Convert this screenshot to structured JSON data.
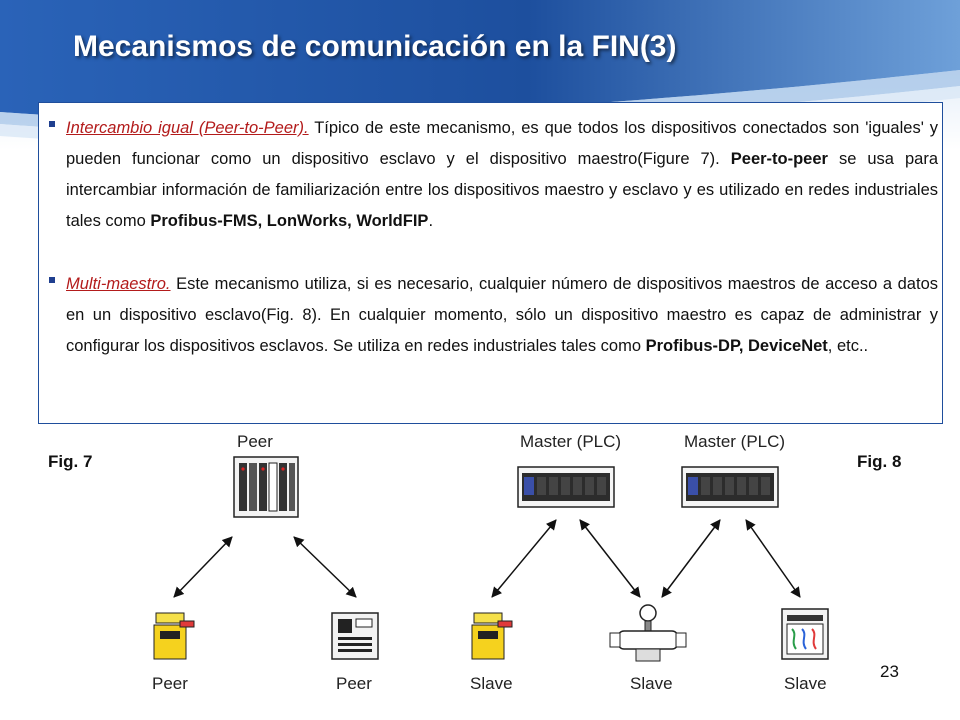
{
  "slide": {
    "title": "Mecanismos de comunicación en la FIN(3)",
    "page_number": "23"
  },
  "bullets": [
    {
      "term": "Intercambio igual (Peer-to-Peer).",
      "t1": " Típico de este mecanismo, es que todos los dispositivos conectados son 'iguales' y pueden funcionar como un dispositivo esclavo y el dispositivo maestro(Figure 7). ",
      "b1": "Peer-to-peer",
      "t2": " se usa para intercambiar información de familiarización entre los dispositivos maestro y esclavo y es utilizado en redes industriales tales como ",
      "b2": "Profibus-FMS, LonWorks, WorldFIP",
      "t3": "."
    },
    {
      "term": "Multi-maestro.",
      "t1": " Este mecanismo utiliza, si es necesario, cualquier número de dispositivos maestros de acceso a datos en un dispositivo esclavo(Fig. 8). En cualquier momento, sólo un dispositivo maestro es capaz de administrar y configurar los dispositivos esclavos. Se utiliza en redes industriales tales como ",
      "b1": "Profibus-DP, DeviceNet",
      "t2": ", etc.."
    }
  ],
  "figures": {
    "fig7_label": "Fig. 7",
    "fig8_label": "Fig. 8",
    "fig7": {
      "top": "Peer",
      "bottom_left": "Peer",
      "bottom_right": "Peer"
    },
    "fig8": {
      "master_left": "Master (PLC)",
      "master_right": "Master (PLC)",
      "slave_left": "Slave",
      "slave_mid": "Slave",
      "slave_right": "Slave"
    }
  },
  "colors": {
    "header_blue": "#1f4e9c",
    "term_red": "#b31b1b",
    "bullet_navy": "#1f3f8f"
  }
}
